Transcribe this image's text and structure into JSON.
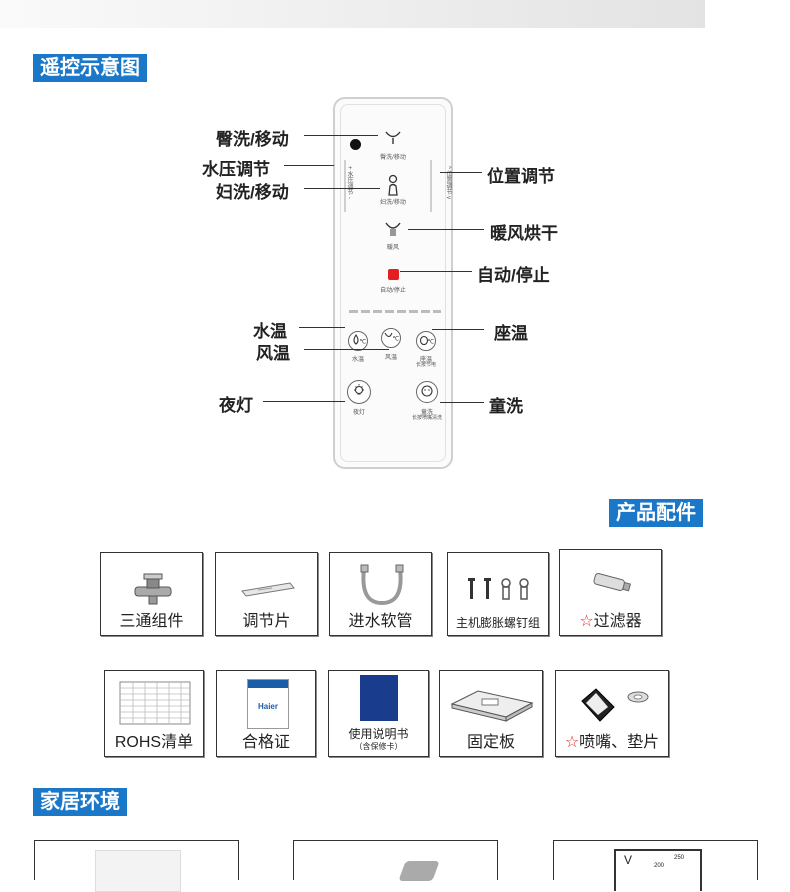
{
  "sections": {
    "remote_title": "遥控示意图",
    "accessories_title": "产品配件",
    "home_title": "家居环境"
  },
  "remote": {
    "buttons": {
      "hip_wash": "臀洗/移动",
      "lady_wash": "妇洗/移动",
      "warm_air": "暖风",
      "auto_stop": "自动/停止",
      "water_temp": "水温",
      "air_temp": "风温",
      "seat_temp": "座温",
      "seat_temp_sub": "长按节电",
      "night_light": "夜灯",
      "child_wash": "童洗",
      "child_wash_sub": "长按喷嘴清洗",
      "water_pressure_marks": "+ 水压调节 -",
      "position_marks": "^ 位置调节 v"
    },
    "callouts": {
      "hip_wash": "臀洗/移动",
      "water_pressure": "水压调节",
      "lady_wash": "妇洗/移动",
      "position": "位置调节",
      "warm_air": "暖风烘干",
      "auto_stop": "自动/停止",
      "water_temp": "水温",
      "air_temp": "风温",
      "seat_temp": "座温",
      "night_light": "夜灯",
      "child_wash": "童洗"
    },
    "colors": {
      "auto_stop": "#e31e1e",
      "hip_dot": "#111111"
    }
  },
  "accessories": {
    "row1": [
      {
        "name": "三通组件",
        "icon": "tee-valve-icon"
      },
      {
        "name": "调节片",
        "icon": "adjust-plate-icon"
      },
      {
        "name": "进水软管",
        "icon": "hose-icon"
      },
      {
        "name": "主机膨胀螺钉组",
        "icon": "screws-icon"
      },
      {
        "star": "☆",
        "name": "过滤器",
        "icon": "filter-icon"
      }
    ],
    "row2": [
      {
        "name": "ROHS清单",
        "icon": "rohs-sheet-icon"
      },
      {
        "name": "合格证",
        "icon": "certificate-icon",
        "brand": "Haier"
      },
      {
        "name": "使用说明书",
        "sub": "（含保修卡）",
        "icon": "manual-icon"
      },
      {
        "name": "固定板",
        "icon": "mount-plate-icon"
      },
      {
        "star": "☆",
        "name": "喷嘴、垫片",
        "icon": "nozzle-gasket-icon"
      }
    ]
  },
  "home": {
    "meter_labels": [
      "V",
      "200",
      "250"
    ]
  },
  "colors": {
    "accent": "#1b78c8",
    "star": "#e0231c"
  }
}
